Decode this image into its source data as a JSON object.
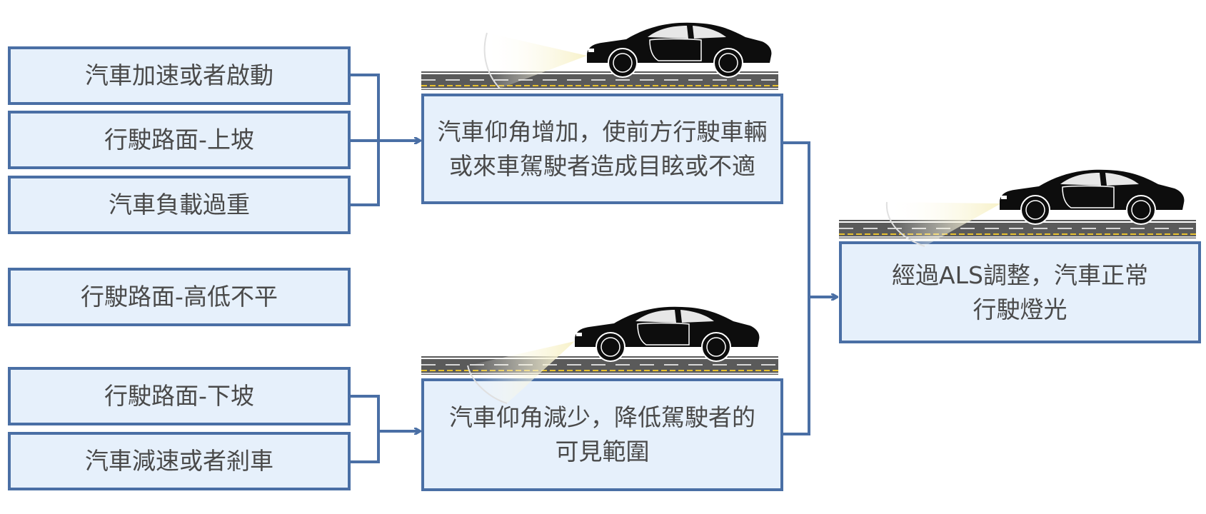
{
  "causes_up": [
    "汽車加速或者啟動",
    "行駛路面-上坡",
    "汽車負載過重"
  ],
  "cause_uneven": "行駛路面-高低不平",
  "causes_down": [
    "行駛路面-下坡",
    "汽車減速或者剎車"
  ],
  "effect_up": [
    "汽車仰角增加，使前方行駛車輛",
    "或來車駕駛者造成目眩或不適"
  ],
  "effect_down": [
    "汽車仰角減少，降低駕駛者的",
    "可見範圍"
  ],
  "result": [
    "經過ALS調整，汽車正常",
    "行駛燈光"
  ],
  "colors": {
    "box_fill": "#e6f0fb",
    "box_border": "#4a6fa5",
    "text": "#4a4a4a",
    "car": "#0d0d0d"
  },
  "icons": [
    "car-headlight-up-icon",
    "car-headlight-down-icon",
    "car-headlight-level-icon"
  ]
}
